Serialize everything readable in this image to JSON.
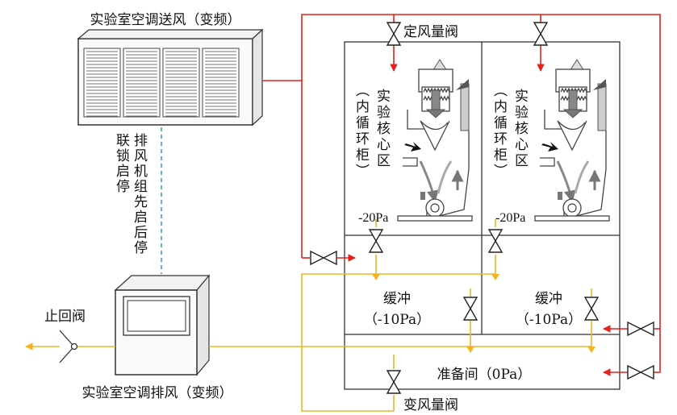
{
  "labels": {
    "supply_unit": "实验室空调送风（变频）",
    "exhaust_unit": "实验室空调排风（变频）",
    "interlock": "联锁启停",
    "exhaust_first": "排风机组先启后停",
    "check_valve": "止回阀",
    "cav": "定风量阀",
    "vav": "变风量阀",
    "core_left": "实验核心区",
    "cabinet_left": "（内循环柜）",
    "core_right": "实验核心区",
    "cabinet_right": "（内循环柜）",
    "pressure_core_left": "-20Pa",
    "pressure_core_right": "-20Pa",
    "buffer_left": "缓冲",
    "buffer_left_pressure": "（-10Pa）",
    "buffer_right": "缓冲",
    "buffer_right_pressure": "（-10Pa）",
    "prep_room": "准备间（0Pa）"
  },
  "colors": {
    "supply_line": "#e8201c",
    "exhaust_line": "#f4b321",
    "interlock_line": "#3b8fd4",
    "outline": "#333333"
  }
}
